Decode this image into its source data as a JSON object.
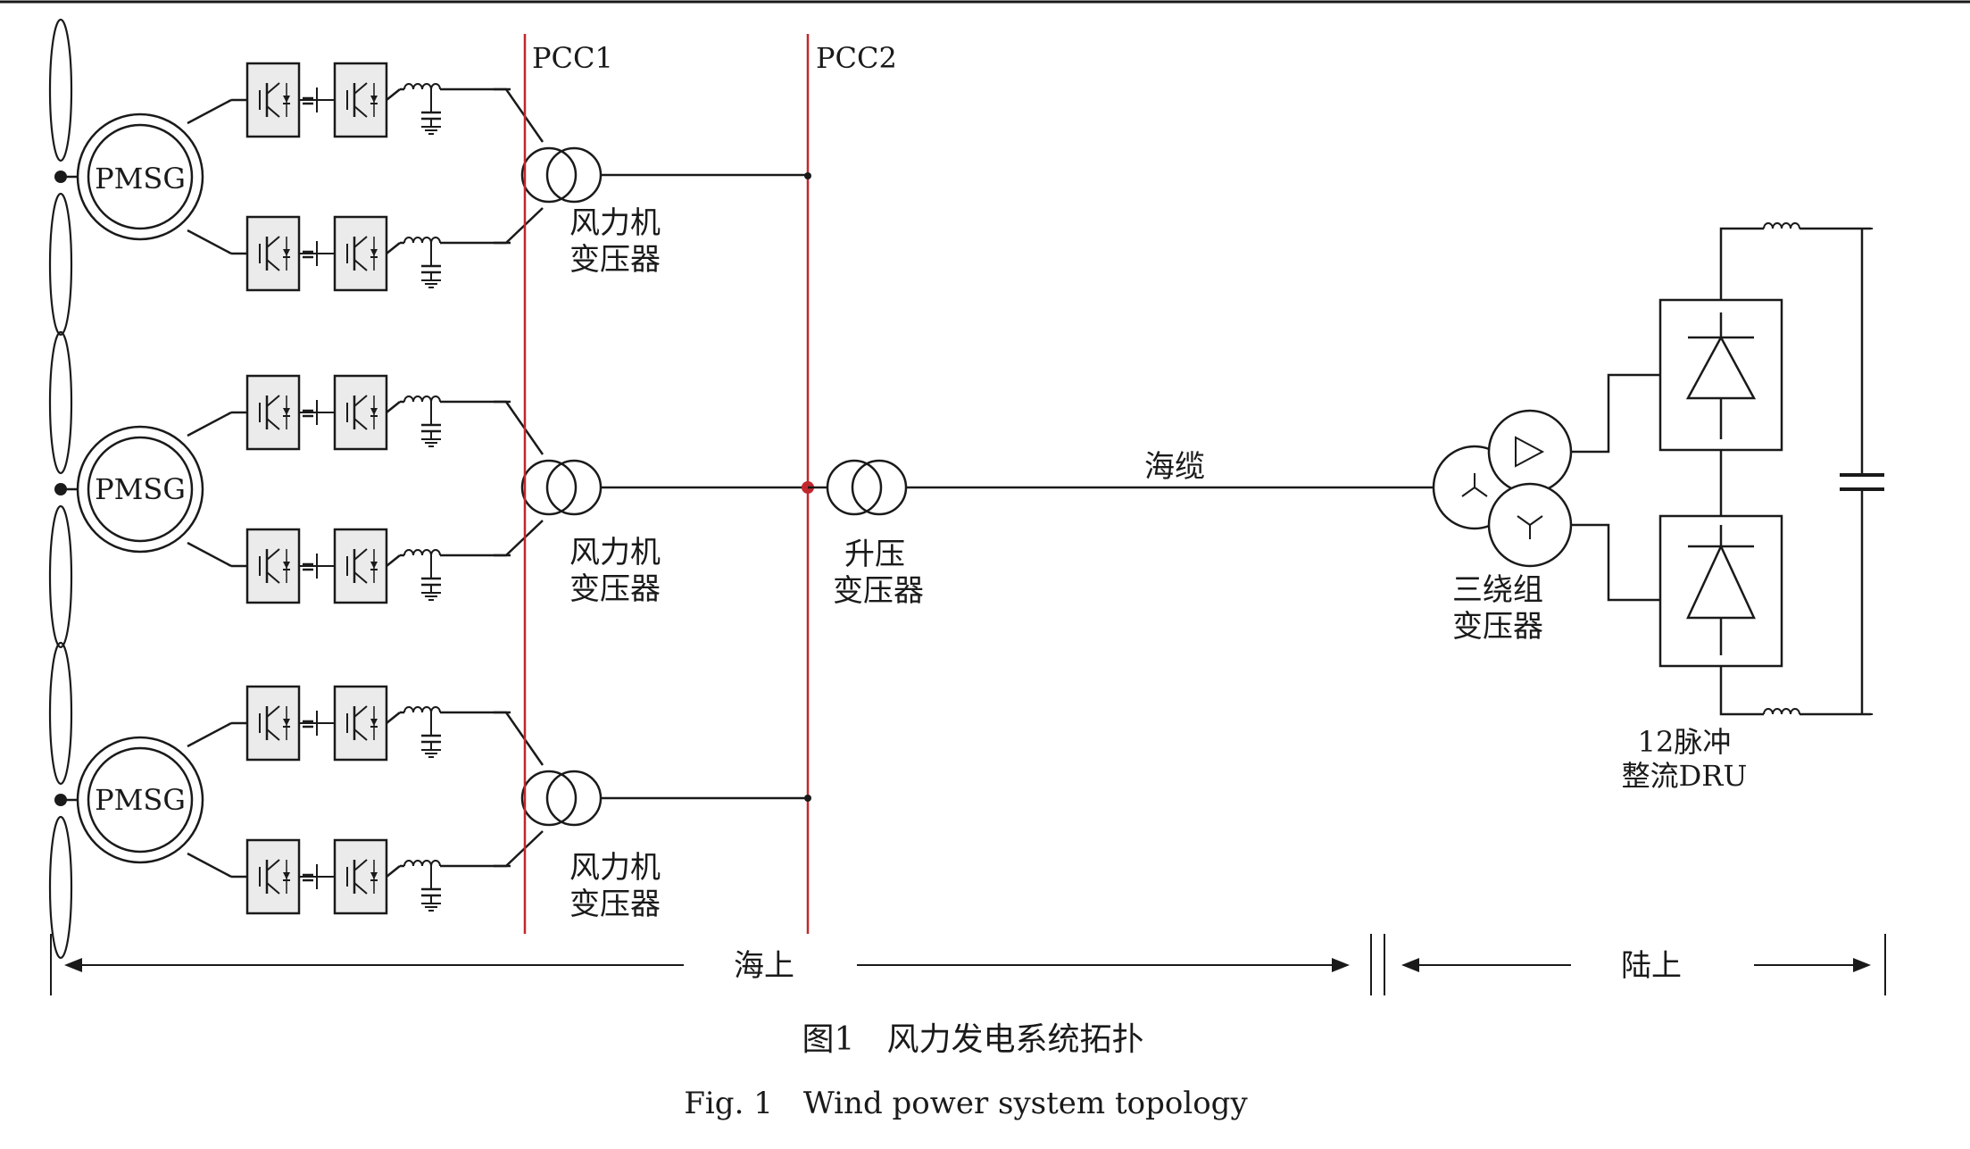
{
  "labels": {
    "pmsg": "PMSG",
    "pcc1": "PCC1",
    "pcc2": "PCC2",
    "wt_transformer_line1": "风力机",
    "wt_transformer_line2": "变压器",
    "stepup_line1": "升压",
    "stepup_line2": "变压器",
    "sea_cable": "海缆",
    "three_winding_line1": "三绕组",
    "three_winding_line2": "变压器",
    "dru_line1": "12脉冲",
    "dru_line2": "整流DRU",
    "offshore": "海上",
    "onshore": "陆上"
  },
  "caption": {
    "cn": "图1　风力发电系统拓扑",
    "en": "Fig. 1　Wind power system topology"
  },
  "colors": {
    "line": "#1a1a1a",
    "pcc_line": "#c0282d",
    "converter_fill": "#ebebeb"
  }
}
